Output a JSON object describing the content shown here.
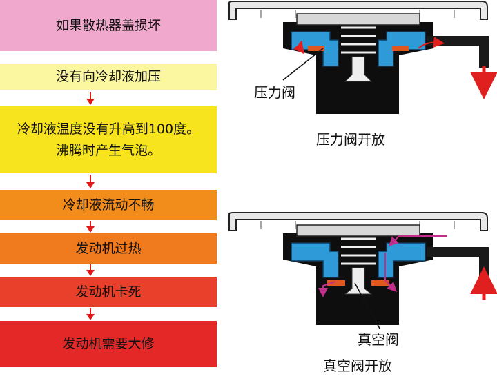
{
  "flow": {
    "boxes": [
      {
        "lines": [
          "如果散热器盖损坏"
        ],
        "color": "#f0a8cc"
      },
      {
        "lines": [
          "没有向冷却液加压"
        ],
        "color": "#fbf6a0"
      },
      {
        "lines": [
          "冷却液温度没有升高到100度。",
          "沸腾时产生气泡。"
        ],
        "color": "#f7e41e"
      },
      {
        "lines": [
          "冷却液流动不畅"
        ],
        "color": "#f28d1c"
      },
      {
        "lines": [
          "发动机过热"
        ],
        "color": "#f07a1e"
      },
      {
        "lines": [
          "发动机卡死"
        ],
        "color": "#e8402a"
      },
      {
        "lines": [
          "发动机需要大修"
        ],
        "color": "#e42828"
      }
    ],
    "arrow_color": "#e01818"
  },
  "diagrams": {
    "top": {
      "callout": "压力阀",
      "caption": "压力阀开放"
    },
    "bottom": {
      "callout": "真空阀",
      "caption": "真空阀开放"
    }
  },
  "colors": {
    "valve_blue": "#2f9ad8",
    "seal_orange": "#e0581e",
    "flow_red": "#e0201e",
    "flow_magenta": "#c0308a",
    "body_black": "#0e0e0e"
  }
}
